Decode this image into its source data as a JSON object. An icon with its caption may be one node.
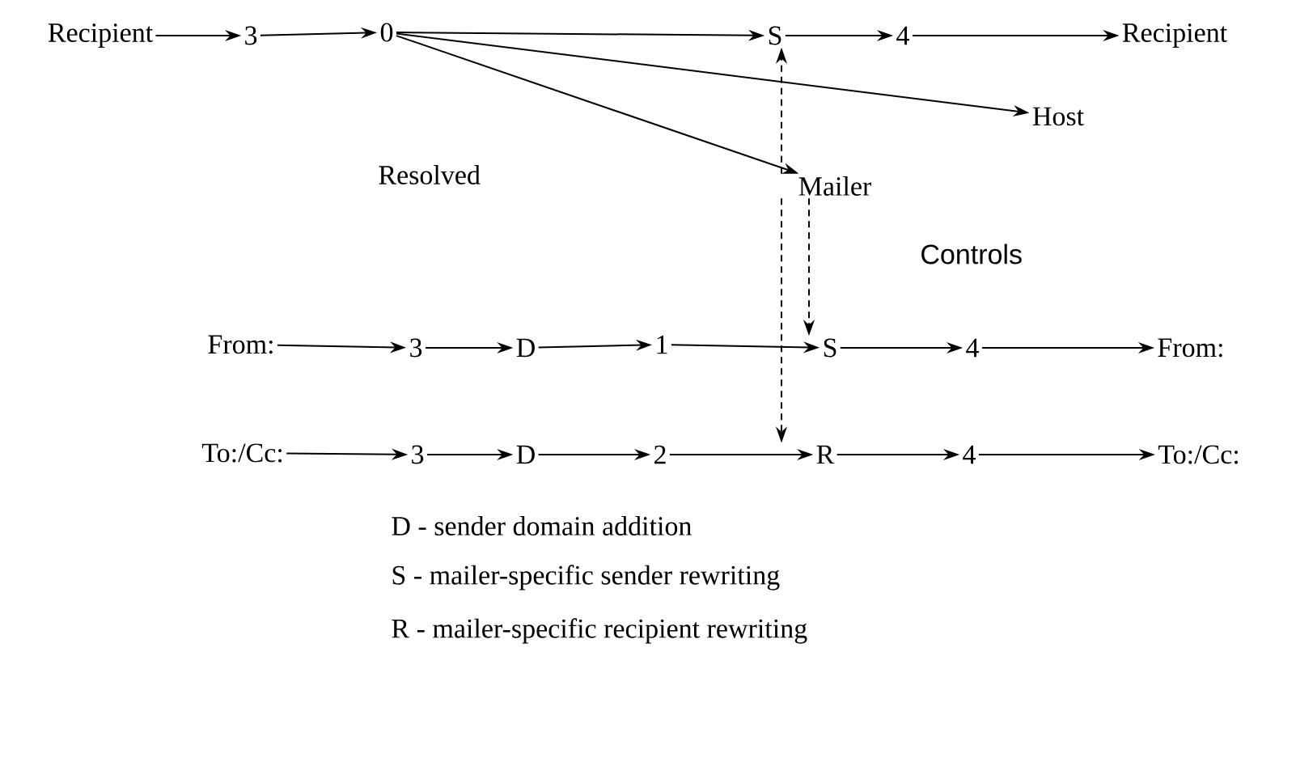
{
  "diagram": {
    "nodes": [
      {
        "text": [
          "Recipient"
        ]
      },
      {
        "text": [
          "3"
        ]
      },
      {
        "text": [
          "0"
        ]
      },
      {
        "text": [
          "S"
        ]
      },
      {
        "text": [
          "4"
        ]
      },
      {
        "text": [
          "Recipient"
        ]
      },
      {
        "text": [
          "Host"
        ]
      },
      {
        "text": [
          "Mailer"
        ]
      },
      {
        "text": [
          "From:"
        ]
      },
      {
        "text": [
          "3"
        ]
      },
      {
        "text": [
          "D"
        ]
      },
      {
        "text": [
          "1"
        ]
      },
      {
        "text": [
          "S"
        ]
      },
      {
        "text": [
          "4"
        ]
      },
      {
        "text": [
          "From:"
        ]
      },
      {
        "text": [
          "To:/Cc:"
        ]
      },
      {
        "text": [
          "3"
        ]
      },
      {
        "text": [
          "D"
        ]
      },
      {
        "text": [
          "2"
        ]
      },
      {
        "text": [
          "R"
        ]
      },
      {
        "text": [
          "4"
        ]
      },
      {
        "text": [
          "To:/Cc:"
        ]
      }
    ],
    "edges": [
      {
        "from": 0,
        "to": 1,
        "arrow": "to"
      },
      {
        "from": 1,
        "to": 2,
        "arrow": "to"
      },
      {
        "from": 2,
        "to": 3,
        "arrow": "to"
      },
      {
        "from": 2,
        "to": 6,
        "arrow": "to"
      },
      {
        "from": 2,
        "to": 7,
        "arrow": "to"
      },
      {
        "from": 3,
        "to": 4,
        "arrow": "to"
      },
      {
        "from": 4,
        "to": 5,
        "arrow": "to"
      },
      {
        "from": 7,
        "to": 3,
        "arrow": "to",
        "style": "dashed"
      },
      {
        "from": 7,
        "to": 12,
        "arrow": "to",
        "style": "dashed"
      },
      {
        "from": 7,
        "to": 19,
        "arrow": "to",
        "style": "dashed"
      },
      {
        "from": 8,
        "to": 9,
        "arrow": "to"
      },
      {
        "from": 9,
        "to": 10,
        "arrow": "to"
      },
      {
        "from": 10,
        "to": 11,
        "arrow": "to"
      },
      {
        "from": 11,
        "to": 12,
        "arrow": "to"
      },
      {
        "from": 12,
        "to": 13,
        "arrow": "to"
      },
      {
        "from": 13,
        "to": 14,
        "arrow": "to"
      },
      {
        "from": 15,
        "to": 16,
        "arrow": "to"
      },
      {
        "from": 16,
        "to": 17,
        "arrow": "to"
      },
      {
        "from": 17,
        "to": 18,
        "arrow": "to"
      },
      {
        "from": 18,
        "to": 19,
        "arrow": "to"
      },
      {
        "from": 19,
        "to": 20,
        "arrow": "to"
      },
      {
        "from": 20,
        "to": 21,
        "arrow": "to"
      }
    ],
    "labels": [
      "Resolved",
      "Controls",
      "D - sender domain addition",
      "S - mailer-specific sender rewriting",
      "R - mailer-specific recipient rewriting"
    ]
  }
}
